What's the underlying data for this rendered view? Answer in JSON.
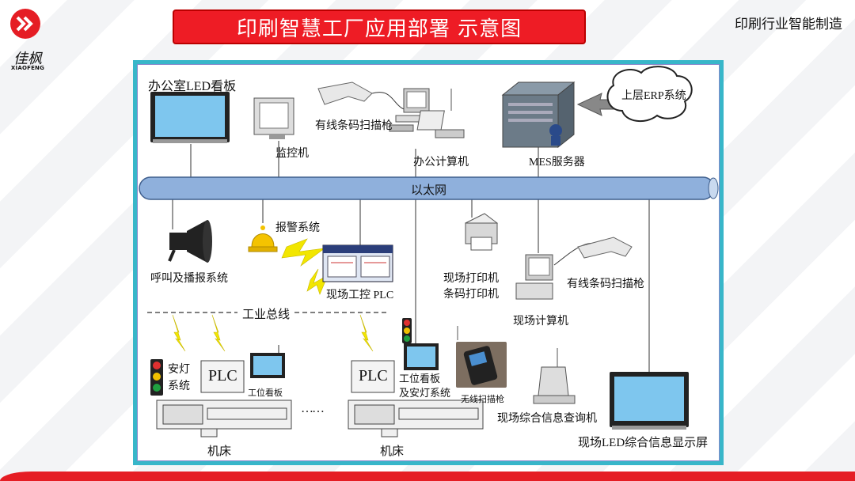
{
  "header": {
    "title": "印刷智慧工厂应用部署 示意图",
    "top_right": "印刷行业智能制造",
    "logo_cn": "佳枫",
    "logo_en": "XIAOFENG"
  },
  "diagram": {
    "office_led": "办公室LED看板",
    "monitor_pc": "监控机",
    "wired_scanner_top": "有线条码扫描枪",
    "office_computer": "办公计算机",
    "mes_server": "MES服务器",
    "erp": "上层ERP系统",
    "ethernet": "以太网",
    "alarm": "报警系统",
    "broadcast": "呼叫及播报系统",
    "plc_control": "现场工控 PLC",
    "fieldbus": "工业总线",
    "printer_line1": "现场打印机",
    "printer_line2": "条码打印机",
    "field_computer": "现场计算机",
    "wired_scanner_field": "有线条码扫描枪",
    "safety_light_line1": "安灯",
    "safety_light_line2": "系统",
    "plc1": "PLC",
    "plc2": "PLC",
    "station_board": "工位看板",
    "station_board2_line1": "工位看板",
    "station_board2_line2": "及安灯系统",
    "ellipsis": "……",
    "machine1": "机床",
    "machine2": "机床",
    "wireless_scanner": "无线扫描枪",
    "query_machine": "现场综合信息查询机",
    "field_led": "现场LED综合信息显示屏"
  },
  "colors": {
    "title_red": "#ee1c25",
    "frame_teal": "#38b6c9",
    "bus_blue": "#8fb0dc",
    "lightning_yellow": "#f2e600"
  }
}
